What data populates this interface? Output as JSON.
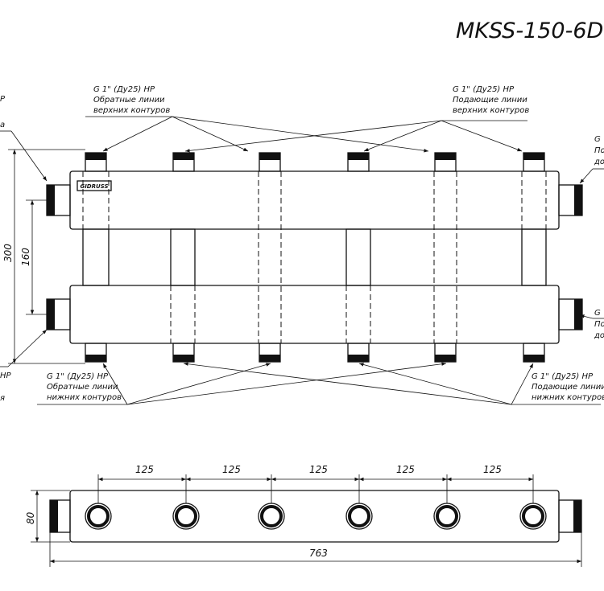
{
  "title": "MKSS-150-6D",
  "brand": "GIDRUSS",
  "notes": {
    "top_left": [
      "G 1\" (Ду25) НР",
      "Обратные линии",
      "верхних контуров"
    ],
    "top_right": [
      "G 1\" (Ду25) НР",
      "Подающие линии",
      "верхних контуров"
    ],
    "bottom_left": [
      "G 1\" (Ду25) НР",
      "Обратные линии",
      "нижних контуров"
    ],
    "bottom_right": [
      "G 1\" (Ду25) НР",
      "Подающие линии",
      "нижних контуров"
    ],
    "edge_left_top": [
      "Р",
      "а"
    ],
    "edge_left_bottom": [
      "НР",
      "я"
    ],
    "edge_right_top": [
      "G",
      "По",
      "до"
    ],
    "edge_right_bottom": [
      "G",
      "По",
      "до"
    ]
  },
  "dimensions": {
    "height_total": "300",
    "height_axis": "160",
    "spacing": [
      "125",
      "125",
      "125",
      "125",
      "125"
    ],
    "length": "763",
    "depth": "80"
  }
}
